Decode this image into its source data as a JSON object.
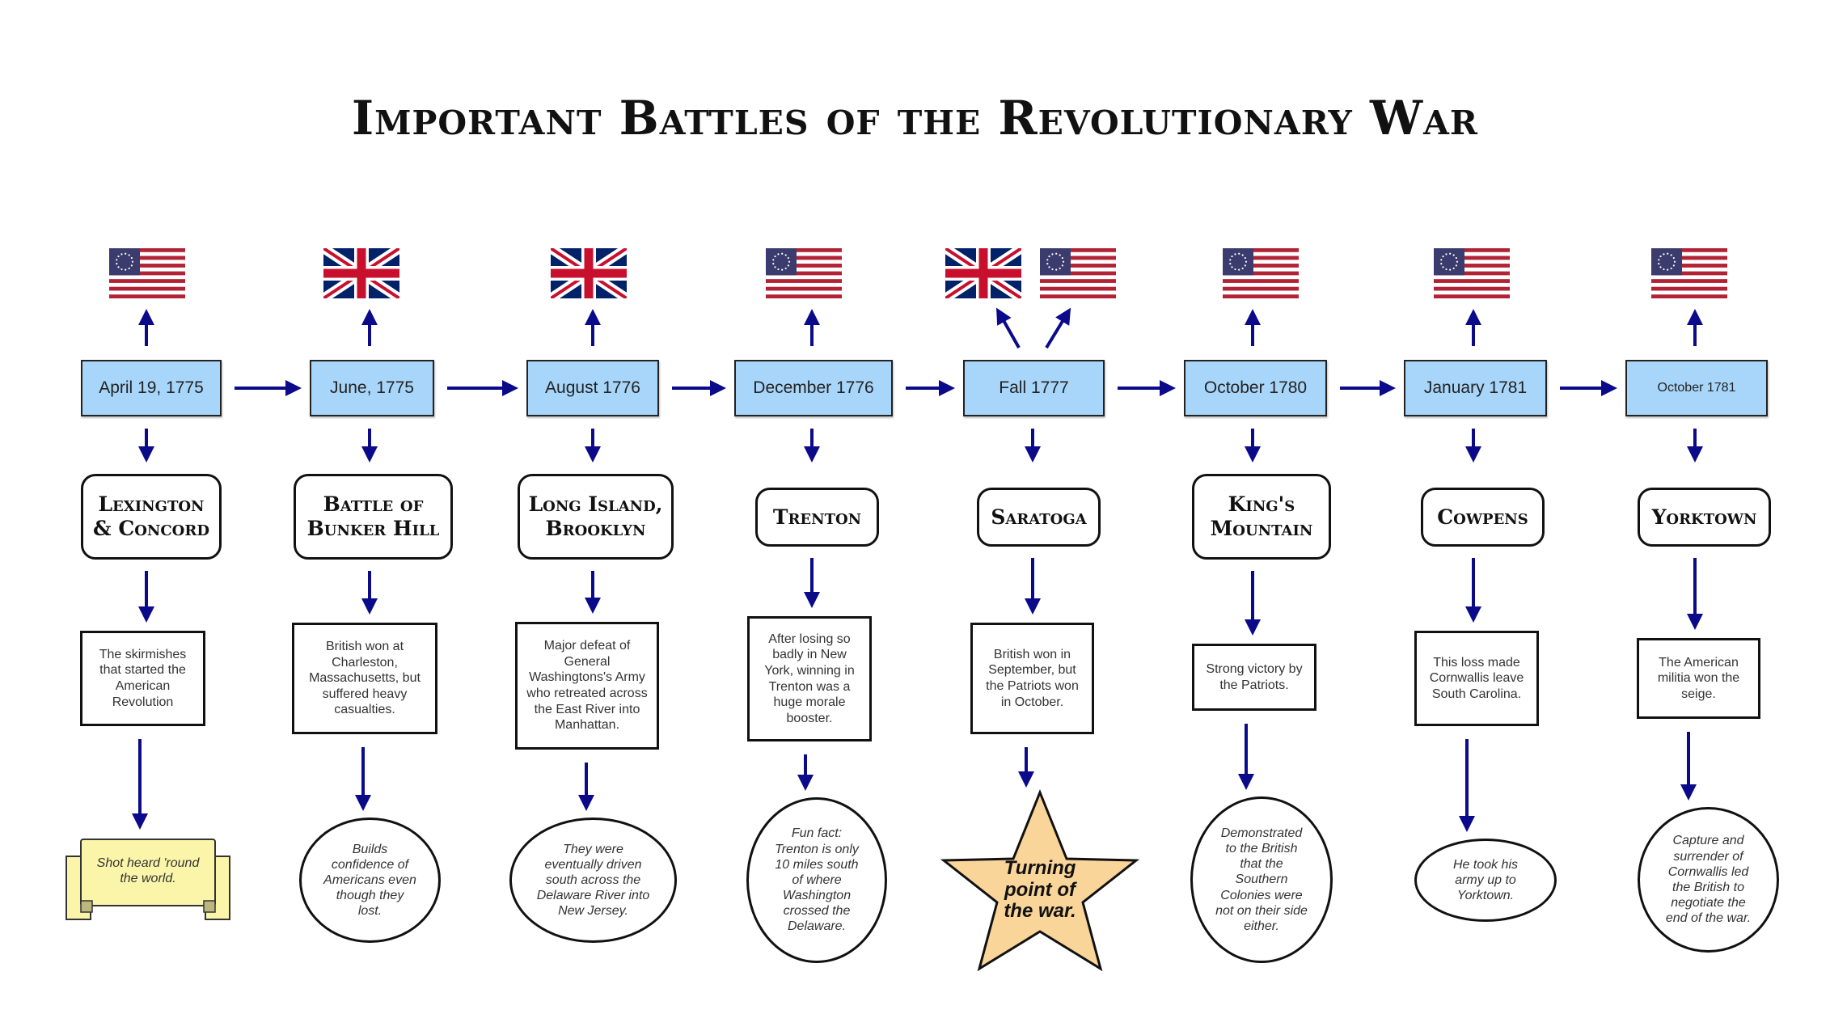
{
  "title": "Important Battles of the Revolutionary War",
  "colors": {
    "arrow": "#0a0a8a",
    "date_fill": "#a8d6fa",
    "star_fill": "#fad59a",
    "scroll_fill": "#fbf5aa"
  },
  "columns": [
    {
      "flags": [
        "american-flag"
      ],
      "date": "April 19, 1775",
      "battle": "Lexington\n& Concord",
      "description": "The skirmishes that started the American Revolution",
      "note": "Shot heard 'round the world.",
      "note_shape": "scroll"
    },
    {
      "flags": [
        "british-flag"
      ],
      "date": "June, 1775",
      "battle": "Battle of\nBunker Hill",
      "description": "British won at Charleston, Massachusetts, but suffered heavy casualties.",
      "note": "Builds confidence of Americans even though they lost.",
      "note_shape": "ellipse"
    },
    {
      "flags": [
        "british-flag"
      ],
      "date": "August 1776",
      "battle": "Long Island,\nBrooklyn",
      "description": "Major defeat of General Washingtons's Army who retreated across the East River into Manhattan.",
      "note": "They were eventually driven south across the Delaware River into New Jersey.",
      "note_shape": "ellipse"
    },
    {
      "flags": [
        "american-flag"
      ],
      "date": "December 1776",
      "battle": "Trenton",
      "description": "After losing so badly in New York, winning in Trenton was a huge morale booster.",
      "note": "Fun fact: Trenton is only 10 miles south of where Washington crossed the Delaware.",
      "note_shape": "ellipse"
    },
    {
      "flags": [
        "british-flag",
        "american-flag"
      ],
      "date": "Fall 1777",
      "battle": "Saratoga",
      "description": "British won in September, but the Patriots won in October.",
      "note": "Turning point of the war.",
      "note_shape": "star"
    },
    {
      "flags": [
        "american-flag"
      ],
      "date": "October 1780",
      "battle": "King's\nMountain",
      "description": "Strong victory by the Patriots.",
      "note": "Demonstrated to the British that the Southern Colonies were not on their side either.",
      "note_shape": "ellipse"
    },
    {
      "flags": [
        "american-flag"
      ],
      "date": "January 1781",
      "battle": "Cowpens",
      "description": "This loss made Cornwallis leave South Carolina.",
      "note": "He took his army up to Yorktown.",
      "note_shape": "ellipse"
    },
    {
      "flags": [
        "american-flag"
      ],
      "date": "October 1781",
      "battle": "Yorktown",
      "description": "The American militia won the seige.",
      "note": "Capture and surrender of Cornwallis led the British to negotiate the end of the war.",
      "note_shape": "ellipse"
    }
  ]
}
